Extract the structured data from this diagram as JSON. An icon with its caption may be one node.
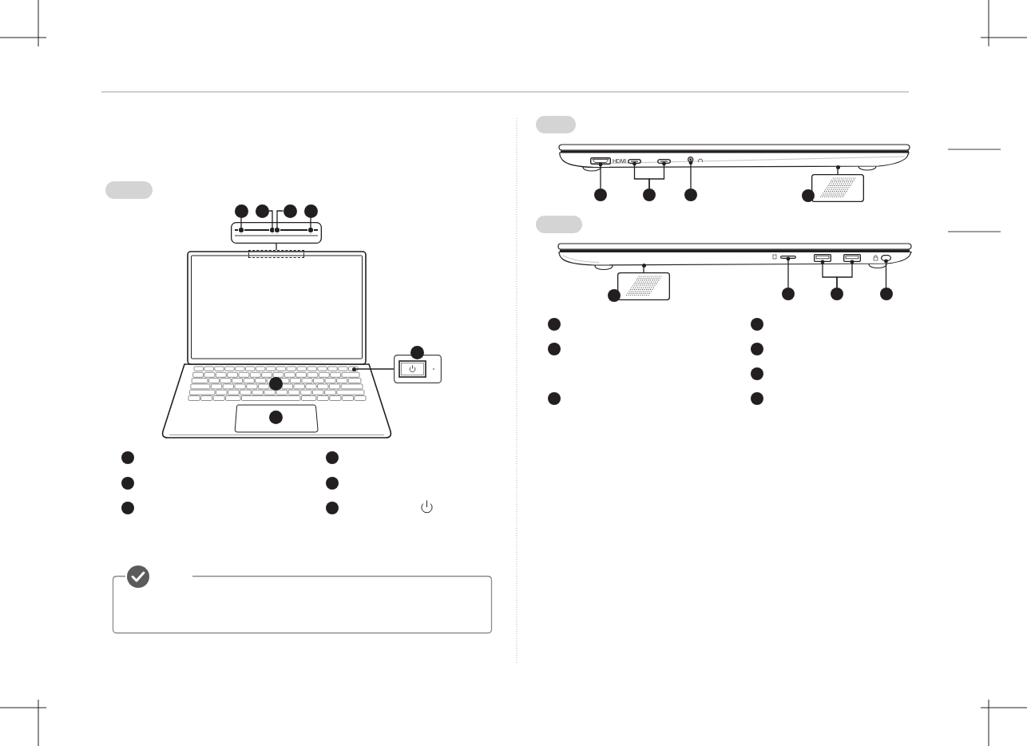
{
  "diagram": {
    "nodes": [
      {
        "text": [],
        "shape": "circle"
      },
      {
        "text": [],
        "shape": "circle"
      },
      {
        "text": [],
        "shape": "circle"
      },
      {
        "text": [],
        "shape": "circle"
      },
      {
        "text": [],
        "shape": "picture"
      },
      {
        "text": [],
        "shape": "circle",
        "in": 4
      },
      {
        "text": [],
        "shape": "circle",
        "in": 4
      },
      {
        "text": [],
        "shape": "circle",
        "in": 4
      },
      {
        "text": [],
        "shape": "circle",
        "in": 4
      },
      {
        "text": [],
        "shape": "box"
      },
      {
        "text": [],
        "shape": "circle"
      },
      {
        "text": [],
        "shape": "picture"
      },
      {
        "text": [],
        "shape": "circle"
      },
      {
        "text": [],
        "shape": "circle"
      },
      {
        "text": [],
        "shape": "circle"
      },
      {
        "text": [],
        "shape": "circle"
      },
      {
        "text": [],
        "shape": "circle"
      },
      {
        "text": [],
        "shape": "circle"
      },
      {
        "text": [],
        "shape": "circle"
      },
      {
        "text": [],
        "shape": "circle"
      },
      {
        "text": [],
        "shape": "circle"
      },
      {
        "text": [],
        "shape": "box"
      },
      {
        "text": [],
        "shape": "box"
      },
      {
        "text": [],
        "shape": "box"
      },
      {
        "text": [],
        "shape": "circle"
      },
      {
        "text": [],
        "shape": "circle"
      },
      {
        "text": [],
        "shape": "picture"
      },
      {
        "text": [],
        "shape": "circle"
      },
      {
        "text": [],
        "shape": "circle"
      },
      {
        "text": [],
        "shape": "circle"
      },
      {
        "text": [],
        "shape": "circle"
      },
      {
        "text": [],
        "shape": "circle"
      },
      {
        "text": [],
        "shape": "box"
      },
      {
        "text": [],
        "shape": "box"
      },
      {
        "text": [],
        "shape": "box"
      },
      {
        "text": [],
        "shape": "box"
      },
      {
        "text": [],
        "shape": "picture"
      },
      {
        "text": [],
        "shape": "circle"
      },
      {
        "text": [],
        "shape": "circle"
      },
      {
        "text": [],
        "shape": "circle"
      },
      {
        "text": [],
        "shape": "circle"
      },
      {
        "text": [],
        "shape": "circle"
      },
      {
        "text": [],
        "shape": "circle"
      },
      {
        "text": [],
        "shape": "circle"
      },
      {
        "text": [],
        "shape": "circle"
      },
      {
        "text": [],
        "shape": "circle"
      },
      {
        "text": [],
        "shape": "circle"
      },
      {
        "text": [],
        "shape": "circle"
      }
    ],
    "edges": [
      {
        "from": 0,
        "to": 5,
        "arrow": "none"
      },
      {
        "from": 1,
        "to": 6,
        "arrow": "none"
      },
      {
        "from": 2,
        "to": 7,
        "arrow": "none"
      },
      {
        "from": 3,
        "to": 8,
        "arrow": "none"
      },
      {
        "from": 4,
        "to": 9,
        "arrow": "none"
      },
      {
        "from": 11,
        "to": 12,
        "arrow": "none"
      },
      {
        "from": 27,
        "to": 21,
        "arrow": "other"
      },
      {
        "from": 28,
        "to": 22,
        "arrow": "other"
      },
      {
        "from": 28,
        "to": 23,
        "arrow": "other"
      },
      {
        "from": 29,
        "to": 24,
        "arrow": "other"
      },
      {
        "from": 26,
        "to": 25,
        "arrow": "none"
      },
      {
        "from": 36,
        "to": 31,
        "arrow": "none"
      },
      {
        "from": 38,
        "to": 32,
        "arrow": "other"
      },
      {
        "from": 39,
        "to": 33,
        "arrow": "other"
      },
      {
        "from": 39,
        "to": 34,
        "arrow": "other"
      },
      {
        "from": 40,
        "to": 35,
        "arrow": "other"
      }
    ],
    "labels": [
      "HDMI"
    ]
  }
}
